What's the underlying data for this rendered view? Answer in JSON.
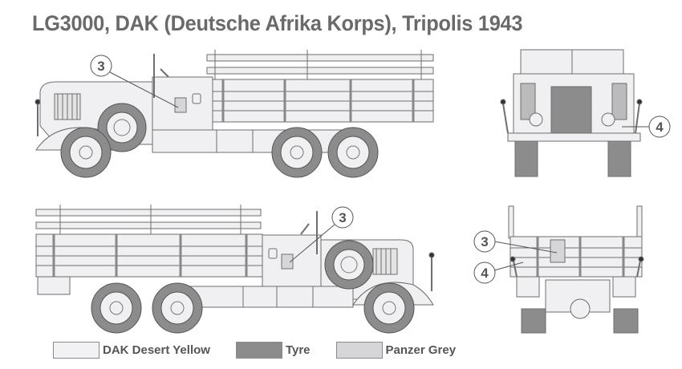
{
  "title": "LG3000, DAK (Deutsche Afrika Korps), Tripolis 1943",
  "views": {
    "left_side": {
      "callouts": [
        {
          "number": "3",
          "target": "cab-door-insignia"
        }
      ]
    },
    "front": {
      "callouts": [
        {
          "number": "4",
          "target": "front-fender-area"
        }
      ]
    },
    "right_side": {
      "callouts": [
        {
          "number": "3",
          "target": "cab-door-insignia"
        }
      ]
    },
    "rear": {
      "callouts": [
        {
          "number": "3",
          "target": "tailgate-insignia"
        },
        {
          "number": "4",
          "target": "tailgate-plate"
        }
      ]
    }
  },
  "legend": [
    {
      "label": "DAK Desert Yellow",
      "color": "#f2f2f4"
    },
    {
      "label": "Tyre",
      "color": "#8c8c8c"
    },
    {
      "label": "Panzer Grey",
      "color": "#d6d6d8"
    }
  ],
  "colors": {
    "body": "#f0f0f2",
    "line": "#6e6e6e",
    "tyre": "#8c8c8c",
    "text": "#5a5a5a"
  }
}
